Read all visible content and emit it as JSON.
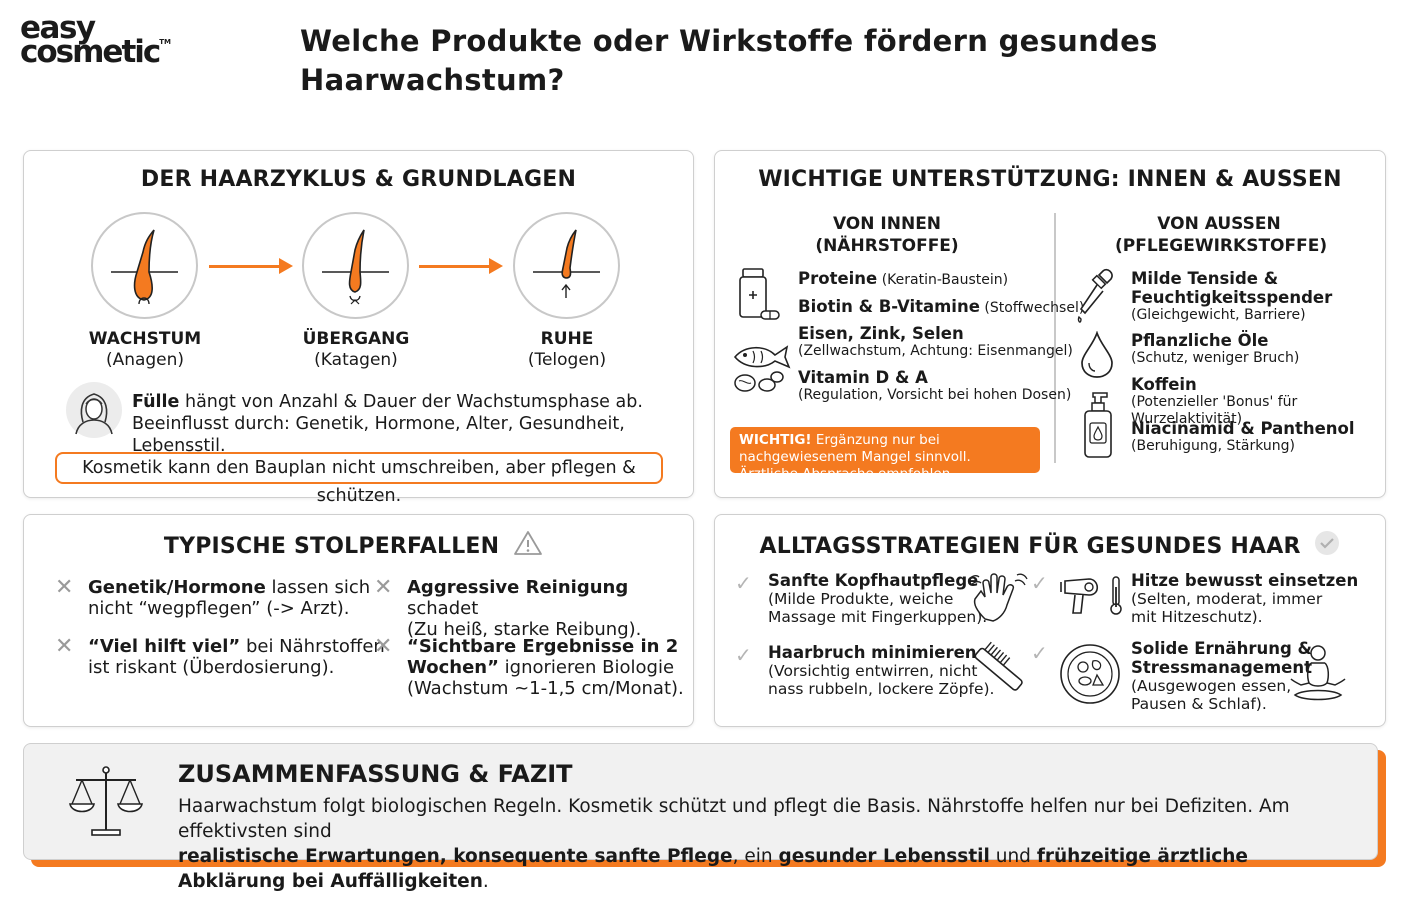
{
  "logo": {
    "line1": "easy",
    "line2": "cosmetic",
    "tm": "TM"
  },
  "page_title": "Welche Produkte oder Wirkstoffe fördern gesundes Haarwachstum?",
  "hair_cycle": {
    "title": "DER HAARZYKLUS & GRUNDLAGEN",
    "stages": [
      {
        "name": "WACHSTUM",
        "sub": "(Anagen)"
      },
      {
        "name": "ÜBERGANG",
        "sub": "(Katagen)"
      },
      {
        "name": "RUHE",
        "sub": "(Telogen)"
      }
    ],
    "text_bold": "Fülle",
    "text_line1": " hängt von Anzahl & Dauer der Wachstumsphase ab.",
    "text_line2": "Beeinflusst durch: Genetik, Hormone, Alter, Gesundheit, Lebensstil.",
    "note": "Kosmetik kann den Bauplan nicht umschreiben, aber pflegen & schützen."
  },
  "support": {
    "title": "WICHTIGE UNTERSTÜTZUNG: INNEN & AUSSEN",
    "inside_head_1": "VON INNEN",
    "inside_head_2": "(NÄHRSTOFFE)",
    "inside": [
      {
        "title": "Proteine",
        "desc": " (Keratin-Baustein)"
      },
      {
        "title": "Biotin & B-Vitamine",
        "desc": " (Stoffwechsel)"
      },
      {
        "title": "Eisen, Zink, Selen",
        "desc": "(Zellwachstum, Achtung: Eisenmangel)"
      },
      {
        "title": "Vitamin D & A",
        "desc": "(Regulation, Vorsicht bei hohen Dosen)"
      }
    ],
    "warning_bold": "WICHTIG!",
    "warning_text": " Ergänzung nur bei nachgewiesenem Mangel sinnvoll. Ärztliche Absprache empfohlen.",
    "outside_head_1": "VON AUSSEN",
    "outside_head_2": "(PFLEGEWIRKSTOFFE)",
    "outside": [
      {
        "title": "Milde Tenside &",
        "title2": "Feuchtigkeitsspender",
        "desc": "(Gleichgewicht, Barriere)"
      },
      {
        "title": "Pflanzliche Öle",
        "desc": "(Schutz, weniger Bruch)"
      },
      {
        "title": "Koffein",
        "desc": "(Potenzieller 'Bonus' für Wurzelaktivität)"
      },
      {
        "title": "Niacinamid & Panthenol",
        "desc": "(Beruhigung, Stärkung)"
      }
    ]
  },
  "pitfalls": {
    "title": "TYPISCHE STOLPERFALLEN",
    "items": [
      {
        "bold": "Genetik/Hormone",
        "rest1": " lassen sich",
        "rest2": "nicht “wegpflegen” (-> Arzt)."
      },
      {
        "bold": "Aggressive Reinigung",
        "rest1": " schadet",
        "rest2": "(Zu heiß, starke Reibung)."
      },
      {
        "bold": "“Viel hilft viel”",
        "rest1": " bei Nährstoffen",
        "rest2": "ist riskant (Überdosierung)."
      },
      {
        "bold": "“Sichtbare Ergebnisse in 2",
        "bold2": "Wochen”",
        "rest1": " ignorieren Biologie",
        "rest2": "(Wachstum ~1-1,5 cm/Monat)."
      }
    ]
  },
  "daily": {
    "title": "ALLTAGSSTRATEGIEN FÜR GESUNDES HAAR",
    "items": [
      {
        "title": "Sanfte Kopfhautpflege",
        "l1": "(Milde Produkte, weiche",
        "l2": "Massage mit Fingerkuppen)."
      },
      {
        "title": "Hitze bewusst einsetzen",
        "l1": "(Selten, moderat, immer",
        "l2": "mit Hitzeschutz)."
      },
      {
        "title": "Haarbruch minimieren",
        "l1": "(Vorsichtig entwirren, nicht",
        "l2": "nass rubbeln, lockere Zöpfe)."
      },
      {
        "title": "Solide Ernährung &",
        "title2": "Stressmanagement",
        "l1": "(Ausgewogen essen,",
        "l2": "Pausen & Schlaf)."
      }
    ]
  },
  "summary": {
    "title": "ZUSAMMENFASSUNG & FAZIT",
    "line1": "Haarwachstum folgt biologischen Regeln. Kosmetik schützt und pflegt die Basis. Nährstoffe helfen nur bei Defiziten. Am effektivsten sind",
    "b1": "realistische Erwartungen, konsequente sanfte Pflege",
    "t1": ", ein ",
    "b2": "gesunder Lebensstil",
    "t2": " und ",
    "b3": "frühzeitige ärztliche Abklärung bei Auffälligkeiten",
    "t3": "."
  },
  "colors": {
    "accent": "#f47a20",
    "border": "#cfcfcf",
    "icon_grey": "#9a9a9a"
  }
}
